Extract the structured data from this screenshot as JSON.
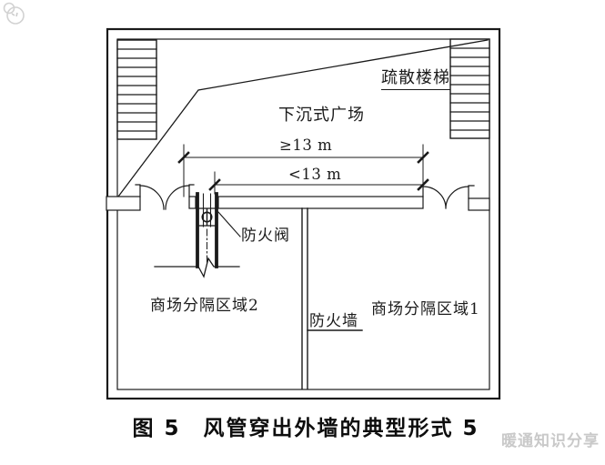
{
  "figure": {
    "labels": {
      "evacuation_stairs": "疏散楼梯",
      "sunken_plaza": "下沉式广场",
      "dim_outer": "≥13 m",
      "dim_inner": "<13 m",
      "fire_damper": "防火阀",
      "mall_area_2": "商场分隔区域2",
      "fire_wall": "防火墙",
      "mall_area_1": "商场分隔区域1"
    },
    "caption": "图 5　风管穿出外墙的典型形式 5",
    "watermark": "暖通知识分享",
    "colors": {
      "line": "#1a1a1a",
      "watermark": "#c9c9c9",
      "background": "#ffffff"
    }
  }
}
